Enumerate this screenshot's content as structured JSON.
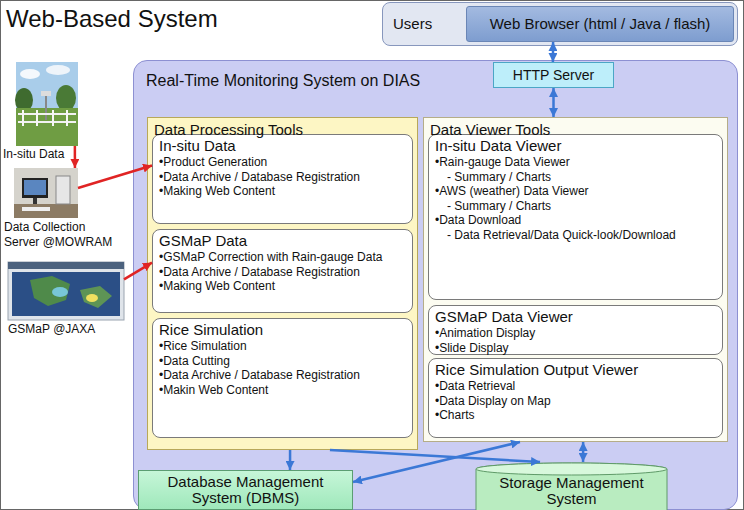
{
  "diagram": {
    "title": "Web-Based System",
    "nodes": [
      {
        "text": [
          "Users"
        ]
      },
      {
        "text": [
          "Web Browser (html / Java / flash)"
        ],
        "in": 0
      },
      {
        "text": [
          "In-situ Data"
        ]
      },
      {
        "text": [
          "Data Collection Server @MOWRAM"
        ]
      },
      {
        "text": [
          "GSMaP @JAXA"
        ]
      },
      {
        "text": [
          "Real-Time Monitoring System on DIAS"
        ]
      },
      {
        "text": [
          "HTTP Server"
        ],
        "in": 5
      },
      {
        "text": [
          "Data Processing Tools"
        ],
        "in": 5
      },
      {
        "text": [
          "In-situ Data",
          "•Product Generation",
          "•Data Archive / Database Registration",
          "•Making Web Content"
        ],
        "in": 7
      },
      {
        "text": [
          "GSMaP Data",
          "•GSMaP Correction with Rain-gauge Data",
          "•Data Archive / Database Registration",
          "•Making Web Content"
        ],
        "in": 7
      },
      {
        "text": [
          "Rice Simulation",
          "•Rice Simulation",
          "•Data Cutting",
          "•Data Archive / Database Registration",
          "•Makin Web Content"
        ],
        "in": 7
      },
      {
        "text": [
          "Data Viewer Tools"
        ],
        "in": 5
      },
      {
        "text": [
          "In-situ Data Viewer",
          "•Rain-gauge Data Viewer",
          "- Summary / Charts",
          "•AWS (weather) Data Viewer",
          "- Summary / Charts",
          "•Data Download",
          "- Data Retrieval/Data Quick-look/Download"
        ],
        "in": 11
      },
      {
        "text": [
          "GSMaP Data Viewer",
          "•Animation Display",
          "•Slide Display"
        ],
        "in": 11
      },
      {
        "text": [
          "Rice Simulation Output Viewer",
          "•Data Retrieval",
          "•Data Display on Map",
          "•Charts"
        ],
        "in": 11
      },
      {
        "text": [
          "Database Management System (DBMS)"
        ],
        "in": 5
      },
      {
        "text": [
          "Storage Management System"
        ],
        "in": 5
      }
    ],
    "edges": [
      {
        "from": 1,
        "to": 6,
        "arrow": "both"
      },
      {
        "from": 6,
        "to": 11,
        "arrow": "both"
      },
      {
        "from": 2,
        "to": 3,
        "arrow": "to"
      },
      {
        "from": 3,
        "to": 8,
        "arrow": "to"
      },
      {
        "from": 4,
        "to": 9,
        "arrow": "to"
      },
      {
        "from": 7,
        "to": 15,
        "arrow": "to"
      },
      {
        "from": 7,
        "to": 16,
        "arrow": "to"
      },
      {
        "from": 15,
        "to": 11,
        "arrow": "both"
      },
      {
        "from": 11,
        "to": 16,
        "arrow": "both"
      }
    ]
  }
}
